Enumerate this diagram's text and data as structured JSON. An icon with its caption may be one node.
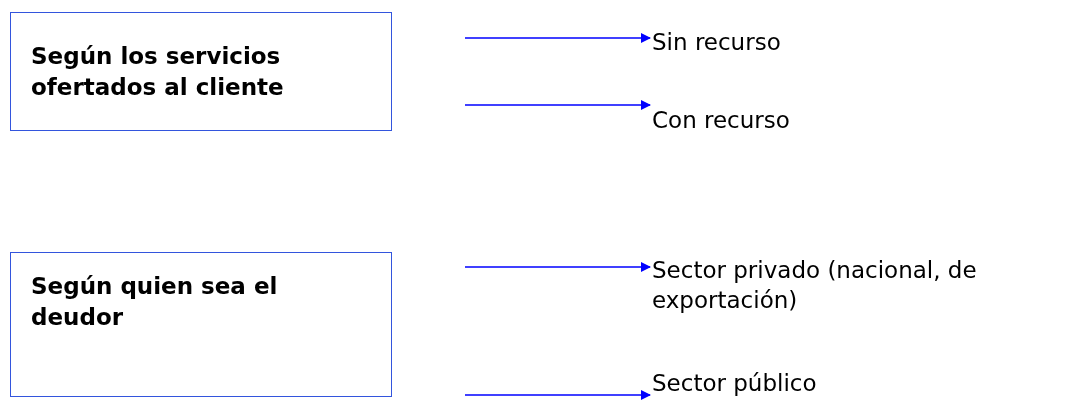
{
  "diagram": {
    "nodes": [
      {
        "text": [
          "Según los servicios ofertados al cliente"
        ]
      },
      {
        "text": [
          "Sin recurso"
        ]
      },
      {
        "text": [
          "Con recurso"
        ]
      },
      {
        "text": [
          "Según quien sea el deudor"
        ]
      },
      {
        "text": [
          "Sector privado (nacional, de exportación)"
        ]
      },
      {
        "text": [
          "Sector público"
        ]
      }
    ],
    "edges": [
      {
        "from": null,
        "to": 1,
        "arrow": "to"
      },
      {
        "from": null,
        "to": 2,
        "arrow": "to"
      },
      {
        "from": null,
        "to": 4,
        "arrow": "to"
      },
      {
        "from": null,
        "to": 5,
        "arrow": "to"
      }
    ]
  }
}
